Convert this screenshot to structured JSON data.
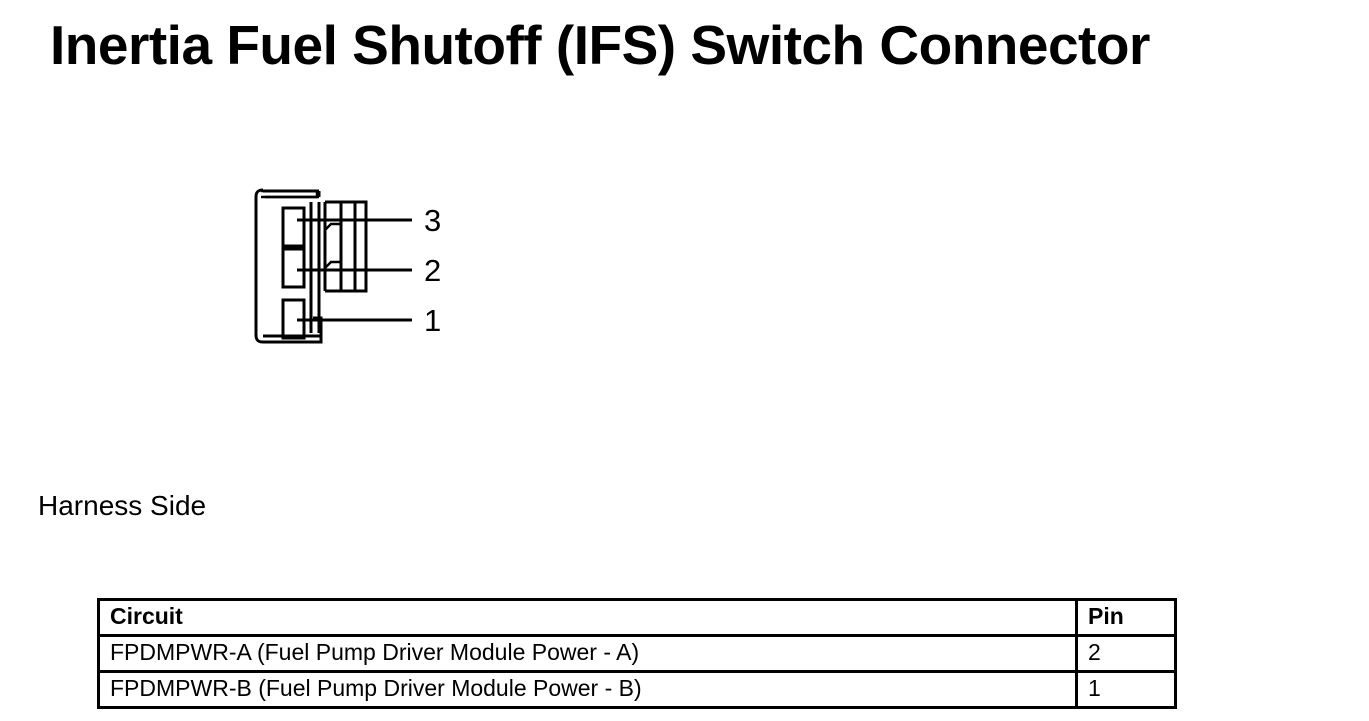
{
  "page": {
    "title": "Inertia Fuel Shutoff (IFS) Switch Connector",
    "background_color": "#ffffff",
    "line_color": "#000000"
  },
  "figure": {
    "caption": "Harness Side",
    "view_label": "connector-front-view",
    "pin_callouts": [
      {
        "label": "3",
        "pin": 3
      },
      {
        "label": "2",
        "pin": 2
      },
      {
        "label": "1",
        "pin": 1
      }
    ]
  },
  "pin_table": {
    "columns": [
      "Circuit",
      "Pin"
    ],
    "rows": [
      {
        "circuit": "FPDMPWR-A (Fuel Pump Driver Module Power - A)",
        "pin": "2"
      },
      {
        "circuit": "FPDMPWR-B (Fuel Pump Driver Module Power - B)",
        "pin": "1"
      }
    ]
  }
}
